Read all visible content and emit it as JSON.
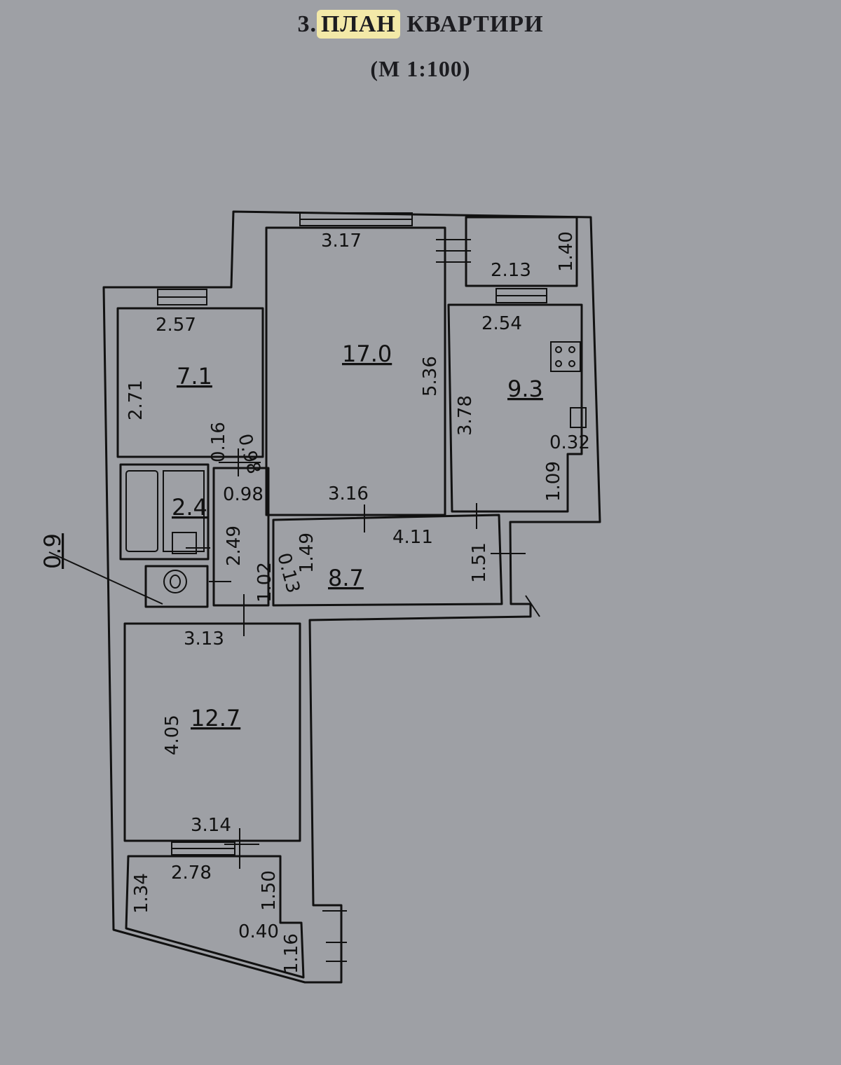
{
  "header": {
    "title_prefix": "3.",
    "title_highlight": "ПЛАН",
    "title_rest": "КВАРТИРИ",
    "scale": "(М  1:100)"
  },
  "colors": {
    "background": "#9ea0a5",
    "ink": "#111111",
    "highlight": "#f3e9a8"
  },
  "rooms": {
    "room_7_1": {
      "area": "7.1",
      "width": "2.57",
      "height": "2.71"
    },
    "room_17_0": {
      "area": "17.0",
      "width": "3.17",
      "height": "5.36",
      "bottom": "3.16"
    },
    "kitchen": {
      "area": "9.3",
      "width": "2.54",
      "height": "3.78",
      "niche_w": "0.32",
      "niche_h": "1.09"
    },
    "balcony_top": {
      "width": "2.13",
      "height": "1.40"
    },
    "bath": {
      "area": "2.4",
      "height": "2.49"
    },
    "wc": {
      "area": "0.9"
    },
    "hall": {
      "area": "8.7",
      "width": "4.11",
      "height": "1.49",
      "right": "1.51",
      "door1": "1.02",
      "door2": "0.13"
    },
    "corridor": {
      "w1": "0.16",
      "w2": "0.98",
      "w3": "0.98"
    },
    "room_12_7": {
      "area": "12.7",
      "width": "3.13",
      "height": "4.05",
      "bottom": "3.14"
    },
    "balcony_bottom": {
      "width": "2.78",
      "left": "1.34",
      "right": "1.50",
      "step": "0.40",
      "tail": "1.16"
    }
  }
}
